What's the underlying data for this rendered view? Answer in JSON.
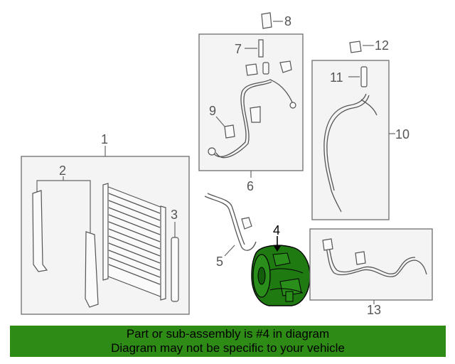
{
  "diagram": {
    "callouts": [
      "1",
      "2",
      "3",
      "4",
      "5",
      "6",
      "7",
      "8",
      "9",
      "10",
      "11",
      "12",
      "13"
    ],
    "highlighted_part": "4",
    "colors": {
      "highlight": "#1f7a12",
      "banner": "#2e8b16"
    }
  },
  "banner": {
    "line1": "Part or sub-assembly is #4 in diagram",
    "line2": "Diagram may not be specific to your vehicle"
  }
}
